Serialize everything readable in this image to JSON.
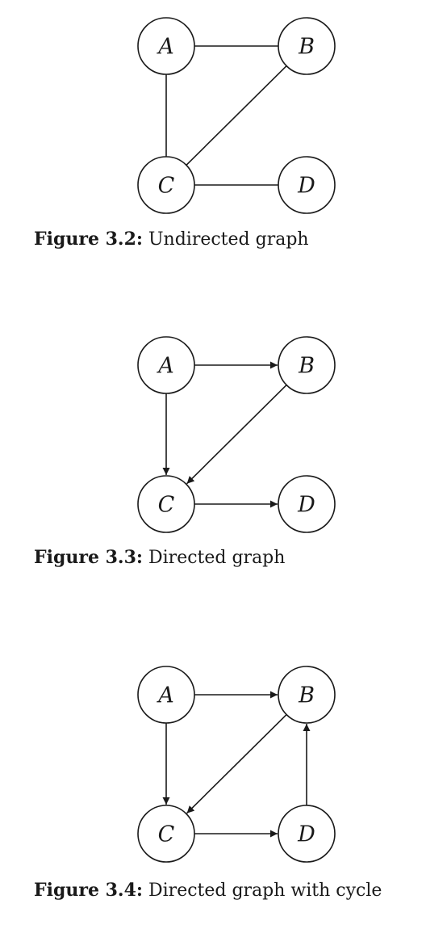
{
  "figures": [
    {
      "label": "Figure 3.2:",
      "caption": "Undirected graph",
      "nodes": [
        "A",
        "B",
        "C",
        "D"
      ],
      "edges": [
        {
          "from": "A",
          "to": "B",
          "directed": false
        },
        {
          "from": "A",
          "to": "C",
          "directed": false
        },
        {
          "from": "B",
          "to": "C",
          "directed": false
        },
        {
          "from": "C",
          "to": "D",
          "directed": false
        }
      ]
    },
    {
      "label": "Figure 3.3:",
      "caption": "Directed graph",
      "nodes": [
        "A",
        "B",
        "C",
        "D"
      ],
      "edges": [
        {
          "from": "A",
          "to": "B",
          "directed": true
        },
        {
          "from": "A",
          "to": "C",
          "directed": true
        },
        {
          "from": "B",
          "to": "C",
          "directed": true
        },
        {
          "from": "C",
          "to": "D",
          "directed": true
        }
      ]
    },
    {
      "label": "Figure 3.4:",
      "caption": "Directed graph with cycle",
      "nodes": [
        "A",
        "B",
        "C",
        "D"
      ],
      "edges": [
        {
          "from": "A",
          "to": "B",
          "directed": true
        },
        {
          "from": "A",
          "to": "C",
          "directed": true
        },
        {
          "from": "B",
          "to": "C",
          "directed": true
        },
        {
          "from": "C",
          "to": "D",
          "directed": true
        },
        {
          "from": "D",
          "to": "B",
          "directed": true
        }
      ]
    }
  ]
}
